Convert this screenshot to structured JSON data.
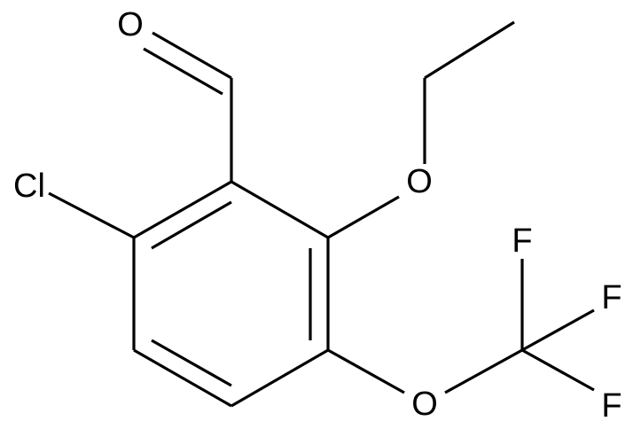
{
  "diagram": {
    "atom_labels": {
      "carbonyl_oxygen": "O",
      "ether_oxygen_ethoxy": "O",
      "ether_oxygen_trifluoromethoxy": "O",
      "chlorine": "Cl",
      "fluorine_top": "F",
      "fluorine_right": "F",
      "fluorine_bottom": "F"
    },
    "colors": {
      "bond": "#000000",
      "label": "#000000",
      "background": "#ffffff"
    }
  }
}
